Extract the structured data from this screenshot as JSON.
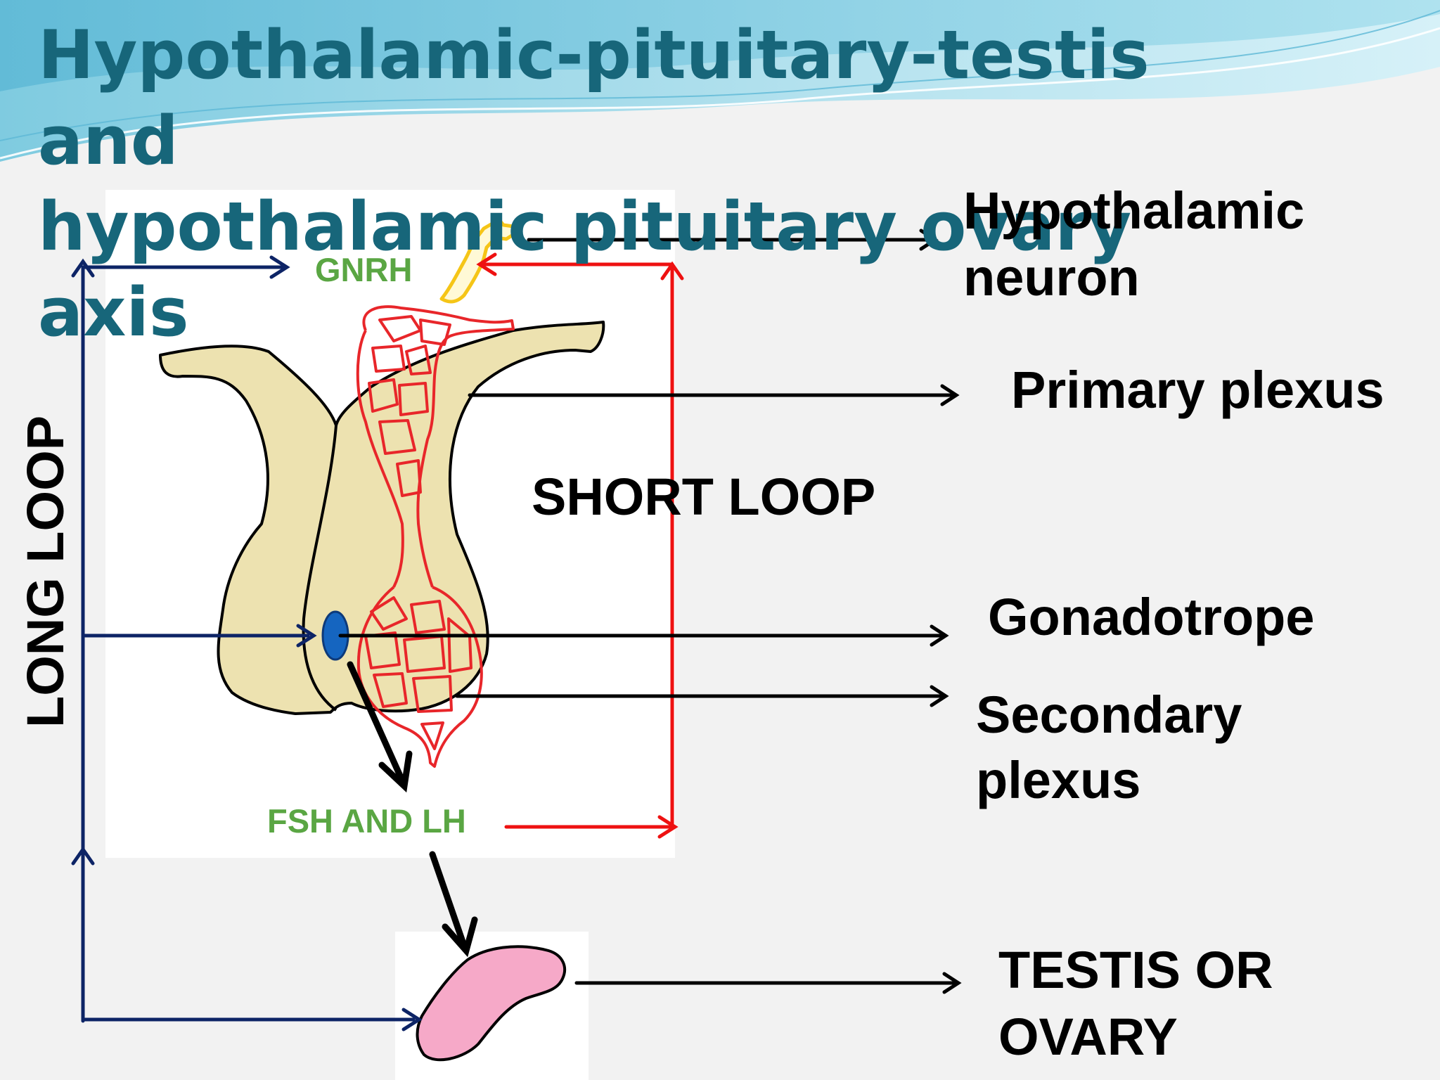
{
  "title_line1": "Hypothalamic-pituitary-testis and",
  "title_line2": "hypothalamic pituitary ovary axis",
  "labels": {
    "gnrh": "GNRH",
    "fsh_lh": "FSH AND LH",
    "short_loop": "SHORT LOOP",
    "long_loop": "LONG LOOP",
    "hypothalamic_1": "Hypothalamic",
    "hypothalamic_2": "neuron",
    "primary_plexus": "Primary plexus",
    "gonadotrope": "Gonadotrope",
    "secondary_1": "Secondary",
    "secondary_2": "plexus",
    "gonad_1": "TESTIS OR",
    "gonad_2": "OVARY"
  },
  "colors": {
    "title": "#17667a",
    "label_green": "#5aa643",
    "long_loop_arrow": "#0d2466",
    "short_loop_arrow": "#ee1111",
    "pituitary_fill": "#ede2b0",
    "plexus_red": "#e8262a",
    "neuron_yellow": "#f5c517",
    "gonadotrope_blue": "#1565c0",
    "gonad_pink": "#f6a9c8"
  }
}
